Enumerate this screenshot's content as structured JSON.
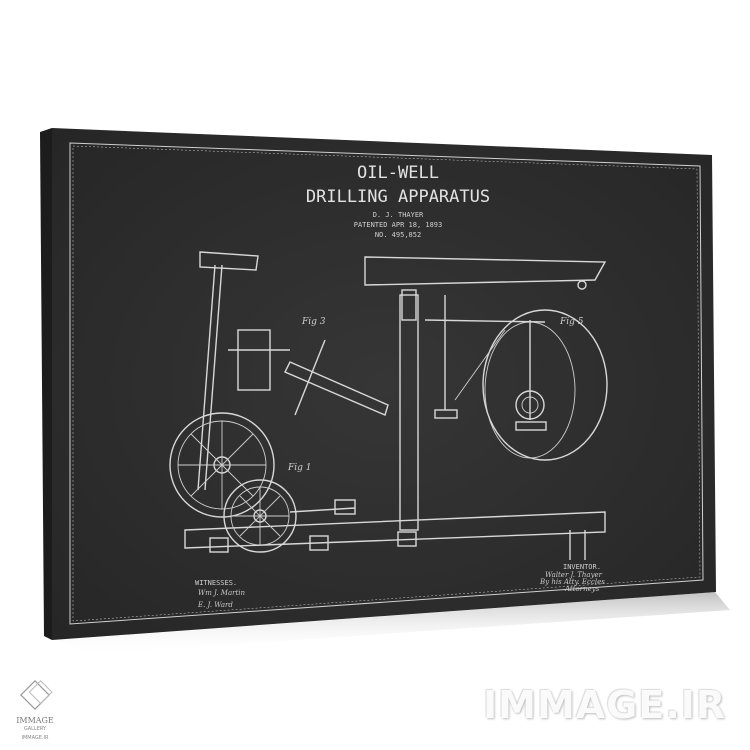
{
  "artwork": {
    "title_line1": "OIL-WELL",
    "title_line2": "DRILLING APPARATUS",
    "inventor_name": "D. J. THAYER",
    "patent_date": "PATENTED APR 18, 1893",
    "patent_number": "NO. 495,852",
    "figures": [
      "Fig 3",
      "Fig 5",
      "Fig 1"
    ],
    "witnesses_label": "WITNESSES.",
    "witness_signatures": [
      "Wm J. Martin",
      "E. J. Ward"
    ],
    "inventor_label": "INVENTOR.",
    "inventor_signature": [
      "Walter J. Thayer",
      "By his Atty. Eccles",
      "Attorneys"
    ]
  },
  "watermark": {
    "logo_text": "IMMAGE",
    "logo_sub": "GALLERY",
    "logo_url": "IMMAGE.IR",
    "big_text": "IMMAGE.IR"
  },
  "colors": {
    "canvas": "#2e2e2e",
    "chalk": "#d8d8d8",
    "background": "#ffffff"
  }
}
